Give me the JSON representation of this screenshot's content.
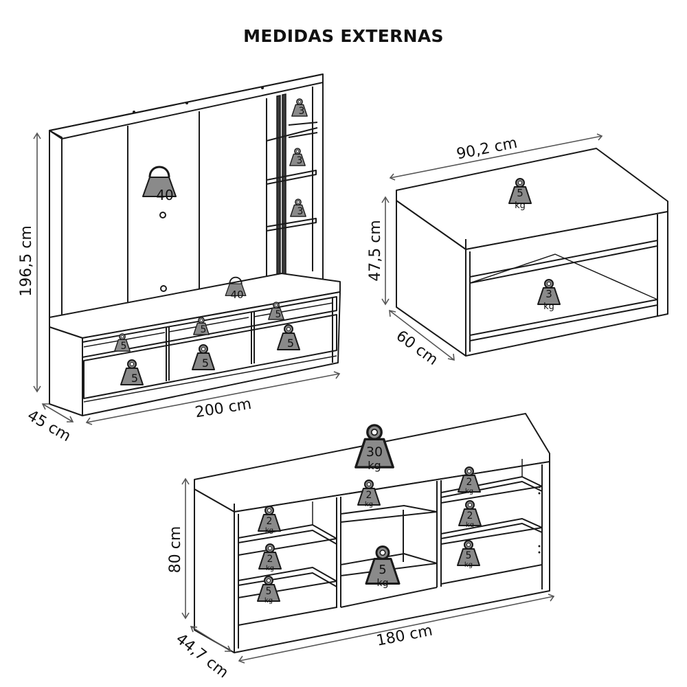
{
  "title": "MEDIDAS EXTERNAS",
  "colors": {
    "line": "#1a1a1a",
    "weight_fill": "#8a8a8a",
    "dimension_line": "#555555"
  },
  "products": {
    "tv_panel": {
      "height": "196,5 cm",
      "width": "200 cm",
      "depth": "45 cm",
      "weights": {
        "panel": "40",
        "top": "40",
        "shelf_1": "3",
        "shelf_2": "3",
        "shelf_3": "3",
        "drawer_upper_left": "5",
        "drawer_upper_center": "5",
        "drawer_upper_right": "5",
        "drawer_lower_left": "5",
        "drawer_lower_center": "5",
        "drawer_lower_right": "5"
      }
    },
    "coffee_table": {
      "width": "90,2 cm",
      "height": "47,5 cm",
      "depth": "60 cm",
      "weights": {
        "top": {
          "value": "5",
          "unit": "kg"
        },
        "shelf": {
          "value": "3",
          "unit": "kg"
        }
      }
    },
    "sideboard": {
      "height": "80 cm",
      "width": "180 cm",
      "depth": "44,7 cm",
      "weights": {
        "top": {
          "value": "30",
          "unit": "kg"
        },
        "left_shelf_1": {
          "value": "2",
          "unit": "kg"
        },
        "left_shelf_2": {
          "value": "2",
          "unit": "kg"
        },
        "left_bottom": {
          "value": "5",
          "unit": "kg"
        },
        "center_shelf": {
          "value": "2",
          "unit": "kg"
        },
        "center_bottom": {
          "value": "5",
          "unit": "kg"
        },
        "right_shelf_1": {
          "value": "2",
          "unit": "kg"
        },
        "right_shelf_2": {
          "value": "2",
          "unit": "kg"
        },
        "right_bottom": {
          "value": "5",
          "unit": "kg"
        }
      }
    }
  }
}
